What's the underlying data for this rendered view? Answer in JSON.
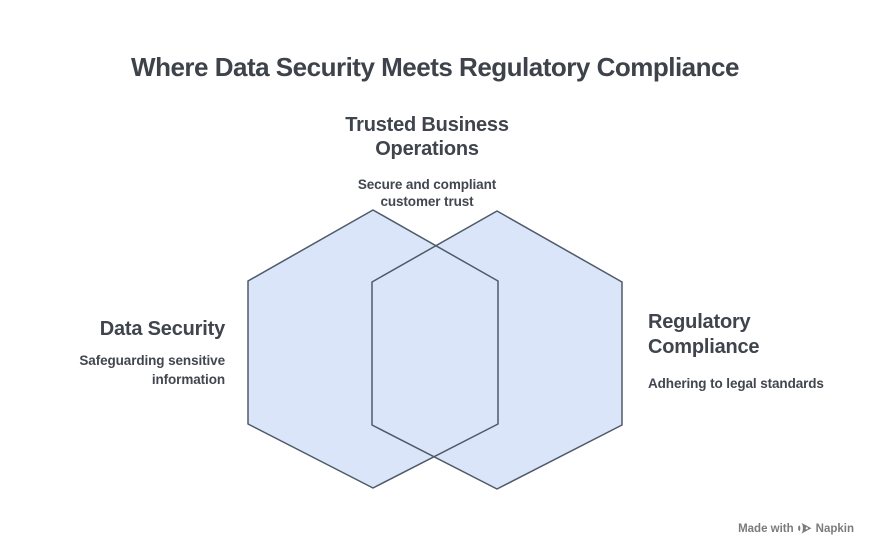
{
  "page": {
    "title": "Where Data Security Meets Regulatory Compliance"
  },
  "diagram": {
    "type": "overlapping-hexagons-venn",
    "left_node": {
      "title": "Data Security",
      "subtitle": "Safeguarding sensitive information"
    },
    "right_node": {
      "title": "Regulatory Compliance",
      "subtitle": "Adhering to legal standards"
    },
    "intersection_node": {
      "title": "Trusted Business Operations",
      "subtitle": "Secure and compliant customer trust"
    }
  },
  "watermark": {
    "prefix": "Made with",
    "brand": "Napkin",
    "icon": "napkin-pen-nib-icon"
  },
  "colors": {
    "background": "#ffffff",
    "hexagon_fill": "#dbe5fa",
    "hexagon_stroke": "#4e5a68",
    "title_text": "#3d424b",
    "label_text": "#3f444d",
    "watermark_text": "#7b7b7b"
  }
}
